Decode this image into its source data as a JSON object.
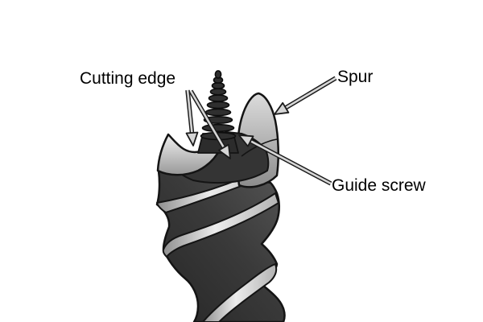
{
  "diagram": {
    "background_color": "#ffffff",
    "outline_color": "#141414",
    "body_color": "#3a3a3a",
    "flute_highlight_color": "#d9d9d9",
    "arrow_fill_color": "#d6d6d6",
    "text_color": "#000000",
    "illustration": {
      "subject": "auger drill bit tip",
      "parts": [
        "spur",
        "cutting edge",
        "guide screw",
        "spiral flute body"
      ]
    },
    "labels": {
      "cutting_edge": "Cutting edge",
      "spur": "Spur",
      "guide_screw": "Guide screw"
    }
  }
}
